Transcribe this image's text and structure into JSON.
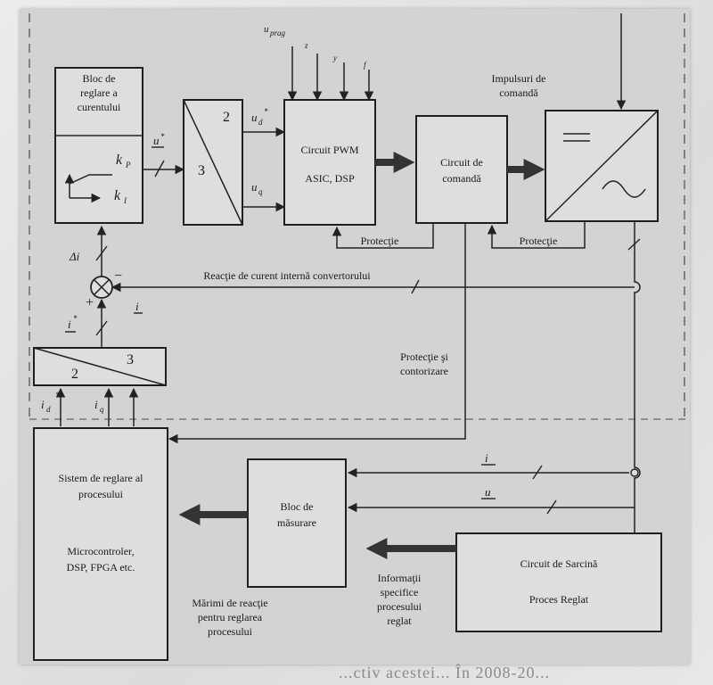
{
  "blocks": {
    "current_controller": {
      "lines": [
        "Bloc de",
        "reglare a",
        "curentului"
      ]
    },
    "gains": {
      "kp": "k",
      "kp_sub": "P",
      "ki": "k",
      "ki_sub": "I"
    },
    "transform_top": {
      "a": "2",
      "b": "3"
    },
    "pwm": {
      "lines": [
        "Circuit PWM",
        "ASIC, DSP"
      ]
    },
    "command": {
      "lines": [
        "Circuit de",
        "comandă"
      ]
    },
    "transform_bottom": {
      "a": "2",
      "b": "3"
    },
    "process_system": {
      "lines": [
        "Sistem de reglare al",
        "procesului",
        "Microcontroler,",
        "DSP, FPGA etc."
      ]
    },
    "measure": {
      "lines": [
        "Bloc de",
        "măsurare"
      ]
    },
    "load": {
      "lines": [
        "Circuit de Sarcină",
        "Proces Reglat"
      ]
    }
  },
  "labels": {
    "pulses": [
      "Impulsuri de",
      "comandă"
    ],
    "protection_pwm": "Protecţie",
    "protection_conv": "Protecţie",
    "feedback": "Reacţie de curent internă convertorului",
    "protection_contour": [
      "Protecţie şi",
      "contorizare"
    ],
    "process_info": [
      "Informaţii",
      "specifice",
      "procesului",
      "reglat"
    ],
    "process_feedback": [
      "Mărimi de reacţie",
      "pentru reglarea",
      "procesului"
    ]
  },
  "symbols": {
    "u_ref": "u",
    "u_ref_sub": "prag",
    "in2": "z",
    "in3": "y",
    "in4": "f",
    "u_star": "u",
    "ud": "u",
    "ud_sub": "d",
    "uq": "u",
    "uq_sub": "q",
    "delta_i": "Δi",
    "i_fb": "i",
    "i_star": "i",
    "id": "i",
    "id_sub": "d",
    "iq": "i",
    "iq_sub": "q",
    "i_meas": "i",
    "u_meas": "u",
    "minus": "−",
    "plus": "+"
  },
  "bottom_text": "...ctiv acestei... În 2008-20..."
}
